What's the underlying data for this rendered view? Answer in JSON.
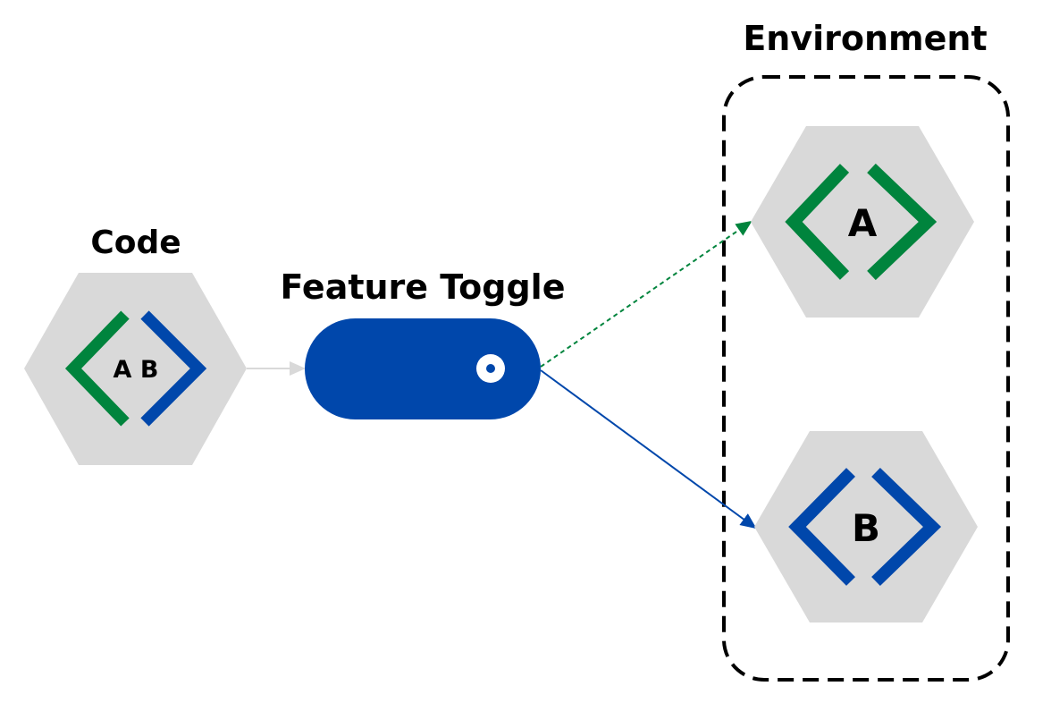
{
  "labels": {
    "code": "Code",
    "feature_toggle": "Feature Toggle",
    "environment": "Environment"
  },
  "nodes": {
    "code": {
      "text": "A B",
      "icon": "code-brackets-icon"
    },
    "env_a": {
      "text": "A",
      "icon": "code-brackets-icon"
    },
    "env_b": {
      "text": "B",
      "icon": "code-brackets-icon"
    }
  },
  "colors": {
    "hexagon": "#d9d9d9",
    "green": "#00843d",
    "blue": "#0047ab",
    "toggle": "#0047ab",
    "connector_gray": "#d9d9d9",
    "text": "#000000"
  }
}
